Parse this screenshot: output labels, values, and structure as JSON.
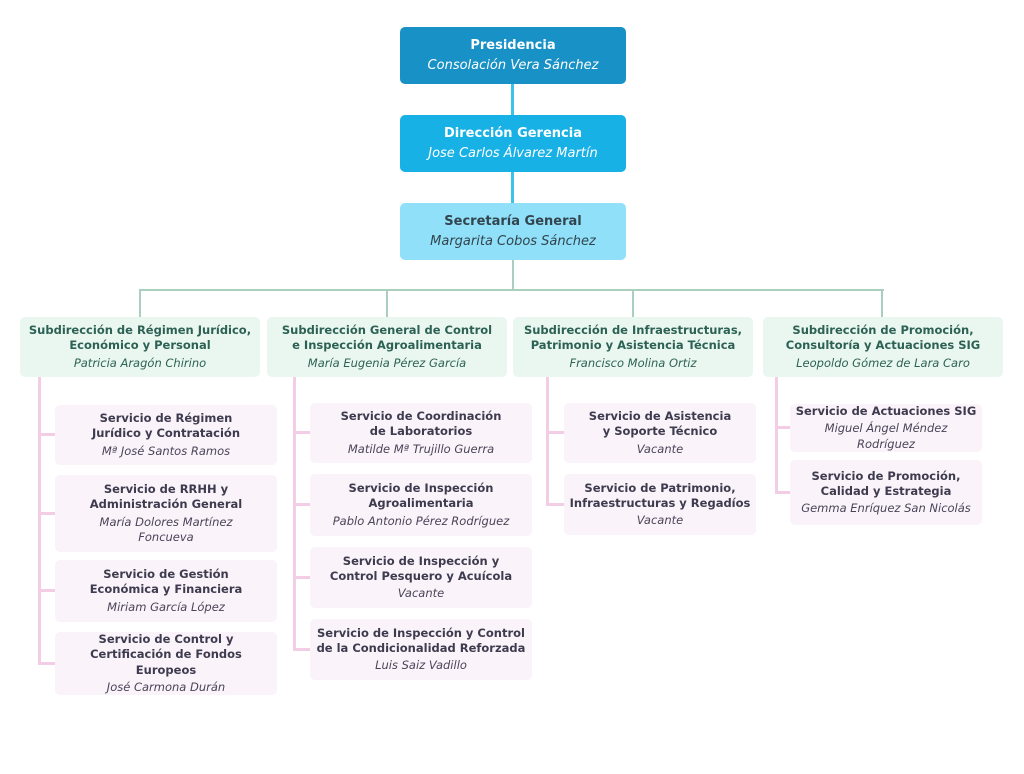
{
  "theme": {
    "level1-bg": "#1791c6",
    "level2-bg": "#18b1e6",
    "level3-bg": "#8fe0f8",
    "level3-text": "#33444e",
    "subdirection-bg": "#e9f7f0",
    "subdirection-text": "#2d6154",
    "service-bg": "#faf3fa",
    "service-title-text": "#3e3b4e",
    "service-name-text": "#4a4458",
    "connector-top": "#3fc2e8",
    "connector-mid": "#abcfbe",
    "connector-service": "#f3cce6"
  },
  "org": {
    "top": [
      {
        "title": "Presidencia",
        "name": "Consolación Vera Sánchez"
      },
      {
        "title": "Dirección Gerencia",
        "name": "Jose Carlos Álvarez Martín"
      },
      {
        "title": "Secretaría General",
        "name": "Margarita Cobos Sánchez"
      }
    ],
    "subdirections": [
      {
        "title": "Subdirección de Régimen Jurídico,\nEconómico y Personal",
        "name": "Patricia Aragón Chirino",
        "services": [
          {
            "title": "Servicio de Régimen\nJurídico y Contratación",
            "name": "Mª José Santos Ramos"
          },
          {
            "title": "Servicio de RRHH y\nAdministración General",
            "name": "María Dolores Martínez\nFoncueva"
          },
          {
            "title": "Servicio de Gestión\nEconómica y Financiera",
            "name": "Miriam García López"
          },
          {
            "title": "Servicio de Control y\nCertificación de Fondos Europeos",
            "name": "José Carmona Durán"
          }
        ]
      },
      {
        "title": "Subdirección General de Control\ne Inspección Agroalimentaria",
        "name": "María Eugenia Pérez García",
        "services": [
          {
            "title": "Servicio de Coordinación\nde Laboratorios",
            "name": "Matilde Mª Trujillo Guerra"
          },
          {
            "title": "Servicio de Inspección\nAgroalimentaria",
            "name": "Pablo Antonio Pérez Rodríguez"
          },
          {
            "title": "Servicio de Inspección y\nControl Pesquero y Acuícola",
            "name": "Vacante"
          },
          {
            "title": "Servicio de Inspección y Control\nde la Condicionalidad Reforzada",
            "name": "Luis Saiz Vadillo"
          }
        ]
      },
      {
        "title": "Subdirección de Infraestructuras,\nPatrimonio y Asistencia Técnica",
        "name": "Francisco Molina Ortiz",
        "services": [
          {
            "title": "Servicio de Asistencia\ny Soporte Técnico",
            "name": "Vacante"
          },
          {
            "title": "Servicio de Patrimonio,\nInfraestructuras y Regadíos",
            "name": "Vacante"
          }
        ]
      },
      {
        "title": "Subdirección de Promoción,\nConsultoría y Actuaciones SIG",
        "name": "Leopoldo Gómez de Lara Caro",
        "services": [
          {
            "title": "Servicio de Actuaciones SIG",
            "name": "Miguel Ángel Méndez Rodríguez"
          },
          {
            "title": "Servicio de Promoción,\nCalidad y Estrategia",
            "name": "Gemma Enríquez San Nicolás"
          }
        ]
      }
    ]
  }
}
